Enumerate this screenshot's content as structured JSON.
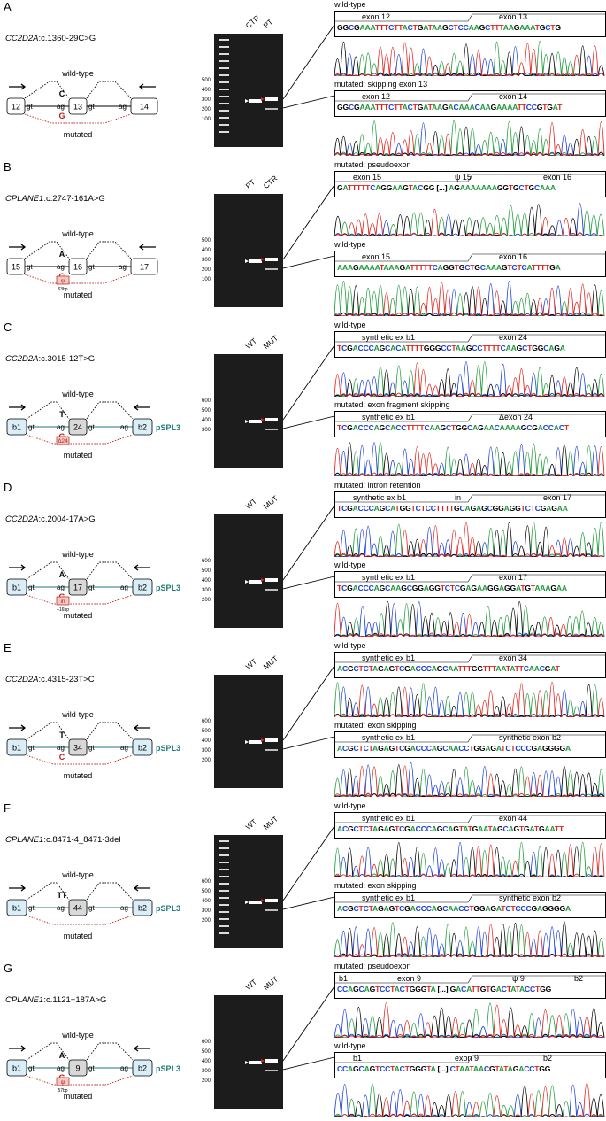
{
  "panels": [
    {
      "label": "A",
      "variant_gene": "CC2D2A",
      "variant_change": ":c.1360-29C>G",
      "diagram": {
        "type": "genomic",
        "boxes": [
          "12",
          "13",
          "14"
        ],
        "wild_label": "wild-type",
        "mut_label": "mutated",
        "site_labels": [
          "gt",
          "ag",
          "gt",
          "ag"
        ],
        "wt_base": "C",
        "mut_base": "G",
        "vector": "",
        "insert_label": "",
        "insert_size": ""
      },
      "gel": {
        "lanes": [
          "CTR",
          "PT"
        ],
        "markers": [
          "500",
          "400",
          "300",
          "200",
          "100"
        ],
        "ladder": true
      },
      "seq_top": {
        "title": "wild-type",
        "labels": [
          "exon 12",
          "exon 13"
        ],
        "sequence": "GGCGAAATTTCTTACTGATAAGCTCCAAGCTTTAAGAAATGCTG"
      },
      "seq_bottom": {
        "title": "mutated: skipping exon 13",
        "labels": [
          "exon 12",
          "exon 14"
        ],
        "sequence": "GGCGAAATTTCTTACTGATAAGACAAACAAGAAAATTCCGTGAT"
      }
    },
    {
      "label": "B",
      "variant_gene": "CPLANE1",
      "variant_change": ":c.2747-161A>G",
      "diagram": {
        "type": "genomic",
        "boxes": [
          "15",
          "16",
          "17"
        ],
        "wild_label": "wild-type",
        "mut_label": "mutated",
        "site_labels": [
          "gt",
          "ag",
          "gt",
          "ag"
        ],
        "wt_base": "A",
        "mut_base": "G",
        "vector": "",
        "insert_label": "ψ",
        "insert_size": "63bp"
      },
      "gel": {
        "lanes": [
          "PT",
          "CTR"
        ],
        "markers": [
          "500",
          "400",
          "300",
          "200",
          "100"
        ],
        "ladder": false
      },
      "seq_top": {
        "title": "mutated: pseudoexon",
        "labels": [
          "exon 15",
          "ψ 15",
          "exon 16"
        ],
        "sequence": "GATTTTTCAGGAAGTACGG  [...]  AGAAAAAAAGGTGCTGCAAA"
      },
      "seq_bottom": {
        "title": "wild-type",
        "labels": [
          "exon 15",
          "exon 16"
        ],
        "sequence": "AAAGAAAATAAAGATTTTTCAGGTGCTGCAAAGTCTCATTTTGA"
      }
    },
    {
      "label": "C",
      "variant_gene": "CC2D2A",
      "variant_change": ":c.3015-12T>G",
      "diagram": {
        "type": "minigene",
        "boxes": [
          "b1",
          "24",
          "b2"
        ],
        "wild_label": "wild-type",
        "mut_label": "mutated",
        "site_labels": [
          "gt",
          "ag",
          "gt",
          "ag"
        ],
        "wt_base": "T",
        "mut_base": "G",
        "vector": "pSPL3",
        "insert_label": "Δ24",
        "insert_size": ""
      },
      "gel": {
        "lanes": [
          "WT",
          "MUT"
        ],
        "markers": [
          "600",
          "500",
          "400",
          "300"
        ],
        "ladder": false
      },
      "seq_top": {
        "title": "wild-type",
        "labels": [
          "synthetic ex b1",
          "exon 24"
        ],
        "sequence": "TCGACCCAGCACATTTTGGGCCTAAGCCTTTTCAAGCTGGCAGA"
      },
      "seq_bottom": {
        "title": "mutated: exon fragment skipping",
        "labels": [
          "synthetic ex b1",
          "Δexon 24"
        ],
        "sequence": "TCGACCCAGCACCTTTTCAAGCTGGCAGAACAAAAGCGACCACT"
      }
    },
    {
      "label": "D",
      "variant_gene": "CC2D2A",
      "variant_change": ":c.2004-17A>G",
      "diagram": {
        "type": "minigene",
        "boxes": [
          "b1",
          "17",
          "b2"
        ],
        "wild_label": "wild-type",
        "mut_label": "mutated",
        "site_labels": [
          "gt",
          "ag",
          "gt",
          "ag"
        ],
        "wt_base": "A",
        "mut_base": "G",
        "vector": "pSPL3",
        "insert_label": "in",
        "insert_size": "+16bp"
      },
      "gel": {
        "lanes": [
          "WT",
          "MUT"
        ],
        "markers": [
          "600",
          "500",
          "400",
          "300",
          "200"
        ],
        "ladder": false
      },
      "seq_top": {
        "title": "mutated: intron retention",
        "labels": [
          "synthetic ex b1",
          "in",
          "exon 17"
        ],
        "sequence": "TCGACCCAGCATGGTCTCCTTTTGCAGAGCGGAGGTCTCGAGAA"
      },
      "seq_bottom": {
        "title": "wild-type",
        "labels": [
          "synthetic ex b1",
          "exon 17"
        ],
        "sequence": "TCGACCCAGCAAGCGGAGGTCTCGAGAAGGAGGATGTAAAGAA"
      }
    },
    {
      "label": "E",
      "variant_gene": "CC2D2A",
      "variant_change": ":c.4315-23T>C",
      "diagram": {
        "type": "minigene",
        "boxes": [
          "b1",
          "34",
          "b2"
        ],
        "wild_label": "wild-type",
        "mut_label": "mutated",
        "site_labels": [
          "gt",
          "ag",
          "gt",
          "ag"
        ],
        "wt_base": "T",
        "mut_base": "C",
        "vector": "pSPL3",
        "insert_label": "",
        "insert_size": ""
      },
      "gel": {
        "lanes": [
          "WT",
          "MUT"
        ],
        "markers": [
          "600",
          "500",
          "400",
          "300",
          "200"
        ],
        "ladder": false
      },
      "seq_top": {
        "title": "wild-type",
        "labels": [
          "synthetic ex b1",
          "exon 34"
        ],
        "sequence": "ACGCTCTAGAGTCGACCCAGCAATTTGGTTTAATATTCAACGAT"
      },
      "seq_bottom": {
        "title": "mutated: exon skipping",
        "labels": [
          "synthetic ex b1",
          "synthetic exon b2"
        ],
        "sequence": "ACGCTCTAGAGTCGACCCAGCAACCTGGAGATCTCCCGAGGGGA"
      }
    },
    {
      "label": "F",
      "variant_gene": "CPLANE1",
      "variant_change": ":c.8471-4_8471-3del",
      "diagram": {
        "type": "minigene",
        "boxes": [
          "b1",
          "44",
          "b2"
        ],
        "wild_label": "wild-type",
        "mut_label": "mutated",
        "site_labels": [
          "gt",
          "ag",
          "gt",
          "ag"
        ],
        "wt_base": "TT",
        "mut_base": "",
        "vector": "pSPL3",
        "insert_label": "",
        "insert_size": ""
      },
      "gel": {
        "lanes": [
          "WT",
          "MUT"
        ],
        "markers": [
          "600",
          "500",
          "400",
          "300",
          "200"
        ],
        "ladder": true
      },
      "seq_top": {
        "title": "wild-type",
        "labels": [
          "synthetic ex b1",
          "exon 44"
        ],
        "sequence": "ACGCTCTAGAGTCGACCCAGCAGTATGAATAGCAGTGATGAATT"
      },
      "seq_bottom": {
        "title": "mutated: exon skipping",
        "labels": [
          "synthetic ex b1",
          "synthetic exon b2"
        ],
        "sequence": "ACGCTCTAGAGTCGACCCAGCAACCTGGAGATCTCCCGAGGGGA"
      }
    },
    {
      "label": "G",
      "variant_gene": "CPLANE1",
      "variant_change": ":c.1121+187A>G",
      "diagram": {
        "type": "minigene",
        "boxes": [
          "b1",
          "9",
          "b2"
        ],
        "wild_label": "wild-type",
        "mut_label": "mutated",
        "site_labels": [
          "gt",
          "ag",
          "gt",
          "ag"
        ],
        "wt_base": "A",
        "mut_base": "G",
        "vector": "pSPL3",
        "insert_label": "ψ",
        "insert_size": "57bp"
      },
      "gel": {
        "lanes": [
          "WT",
          "MUT"
        ],
        "markers": [
          "600",
          "500",
          "400",
          "300",
          "200"
        ],
        "ladder": false
      },
      "seq_top": {
        "title": "mutated: pseudoexon",
        "labels": [
          "b1",
          "exon 9",
          "ψ 9",
          "b2"
        ],
        "sequence": "CCAGCAGTCCTACTGGGTA  [...]  GACATTGTGACTATACCTGG"
      },
      "seq_bottom": {
        "title": "wild-type",
        "labels": [
          "b1",
          "exon 9",
          "b2"
        ],
        "sequence": "CCAGCAGTCCTACTGGGTA  [...]  CTAATAACGTATAGACCTGG"
      }
    }
  ],
  "colors": {
    "A": "#1e9a3a",
    "C": "#1a3fd8",
    "G": "#000000",
    "T": "#e0231c",
    "mut_red": "#b8201b",
    "vector_teal": "#1f7a7a",
    "minigene_box": "#d9eef7",
    "exon_box": "#d8d8d8"
  }
}
